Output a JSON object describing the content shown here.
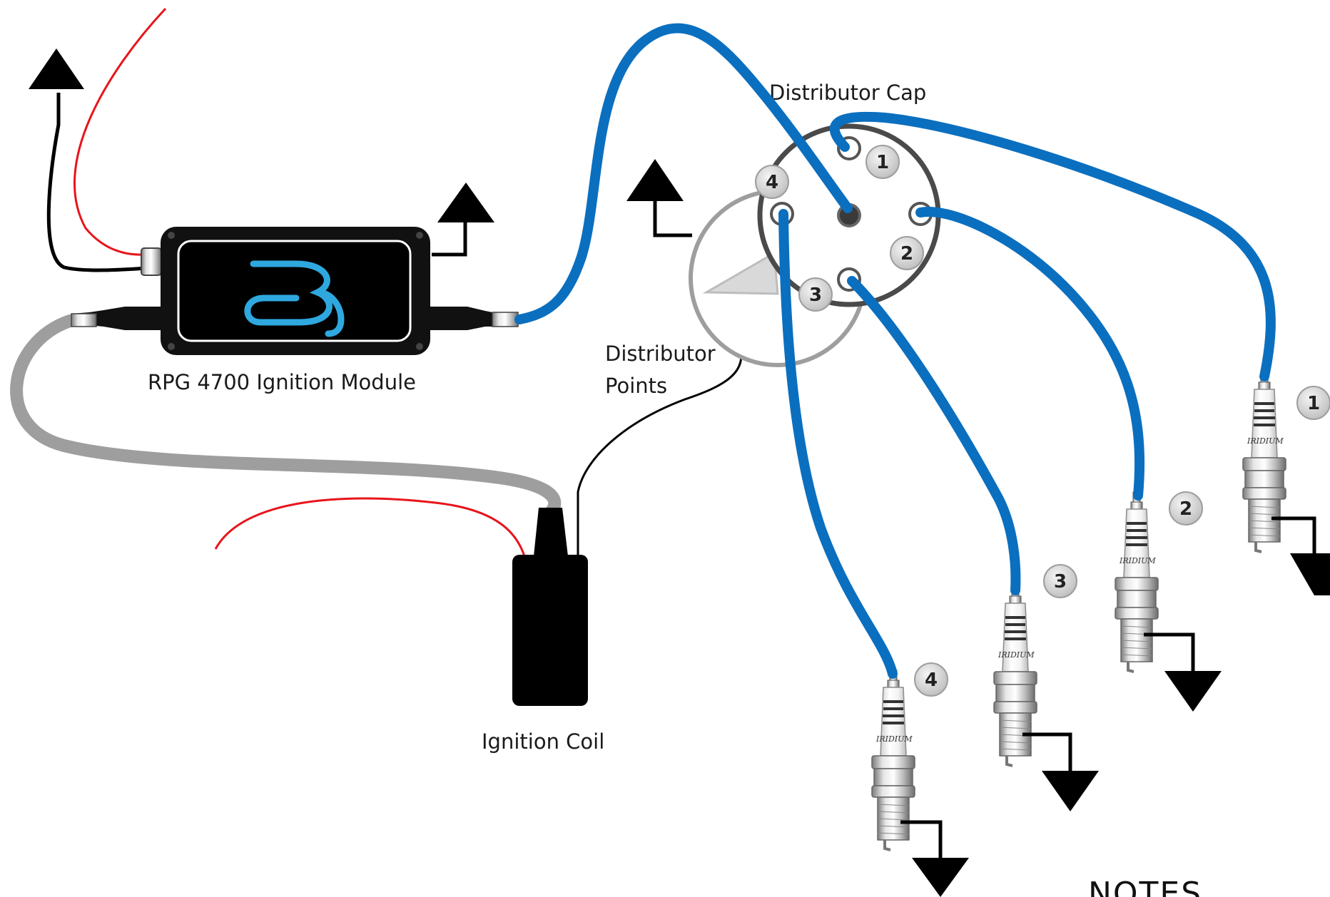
{
  "labels": {
    "module": "RPG 4700 Ignition Module",
    "cap": "Distributor Cap",
    "points_line1": "Distributor",
    "points_line2": "Points",
    "coil": "Ignition Coil",
    "notes": "NOTES"
  },
  "cap_terminals": [
    "1",
    "2",
    "3",
    "4"
  ],
  "plugs": [
    {
      "number": "4",
      "brand_text": "IRIDIUM"
    },
    {
      "number": "3",
      "brand_text": "IRIDIUM"
    },
    {
      "number": "2",
      "brand_text": "IRIDIUM"
    },
    {
      "number": "1",
      "brand_text": "IRIDIUM"
    }
  ],
  "colors": {
    "hv_lead": "#0b6fbf",
    "positive_wire": "#e8141b",
    "ground_wire": "#000000",
    "coil_lead": "#9e9e9e",
    "module_logo": "#2ea8df",
    "module_body": "#111111"
  },
  "icons": [
    "ground-arrow-icon",
    "spark-plug-icon",
    "module-logo-icon"
  ]
}
